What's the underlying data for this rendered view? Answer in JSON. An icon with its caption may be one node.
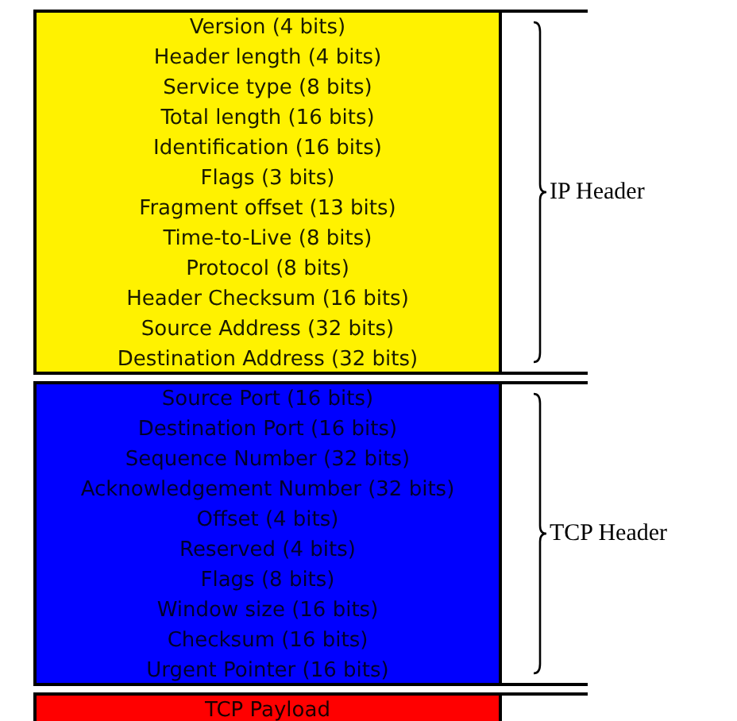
{
  "diagram": {
    "nodes": [
      {
        "text": [
          "Version (4 bits)",
          "Header length (4 bits)",
          "Service type (8 bits)",
          "Total length (16 bits)",
          "Identification (16 bits)",
          "Flags (3 bits)",
          "Fragment offset (13 bits)",
          "Time-to-Live (8 bits)",
          "Protocol (8 bits)",
          "Header Checksum (16 bits)",
          "Source Address (32 bits)",
          "Destination Address (32 bits)"
        ],
        "beside": [
          "IP Header"
        ]
      },
      {
        "text": [
          "Source Port (16 bits)",
          "Destination Port (16 bits)",
          "Sequence Number (32 bits)",
          "Acknowledgement Number (32 bits)",
          "Offset (4 bits)",
          "Reserved (4 bits)",
          "Flags (8 bits)",
          "Window size (16 bits)",
          "Checksum (16 bits)",
          "Urgent Pointer (16 bits)"
        ],
        "beside": [
          "TCP Header"
        ]
      },
      {
        "text": [
          "TCP Payload"
        ]
      }
    ]
  }
}
